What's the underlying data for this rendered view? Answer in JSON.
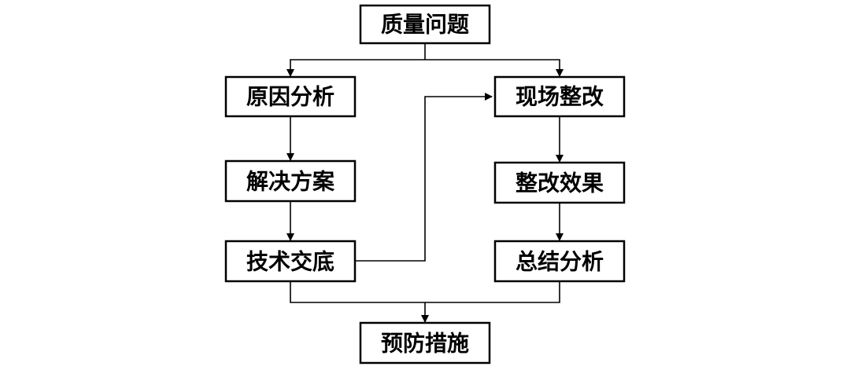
{
  "nodes": {
    "quality_issue": "质量问题",
    "cause_analysis": "原因分析",
    "solution": "解决方案",
    "technical_briefing": "技术交底",
    "onsite_rectification": "现场整改",
    "rectification_effect": "整改效果",
    "summary_analysis": "总结分析",
    "preventive_measures": "预防措施"
  },
  "colors": {
    "stroke": "#000000",
    "fill": "#ffffff",
    "text": "#000000"
  }
}
